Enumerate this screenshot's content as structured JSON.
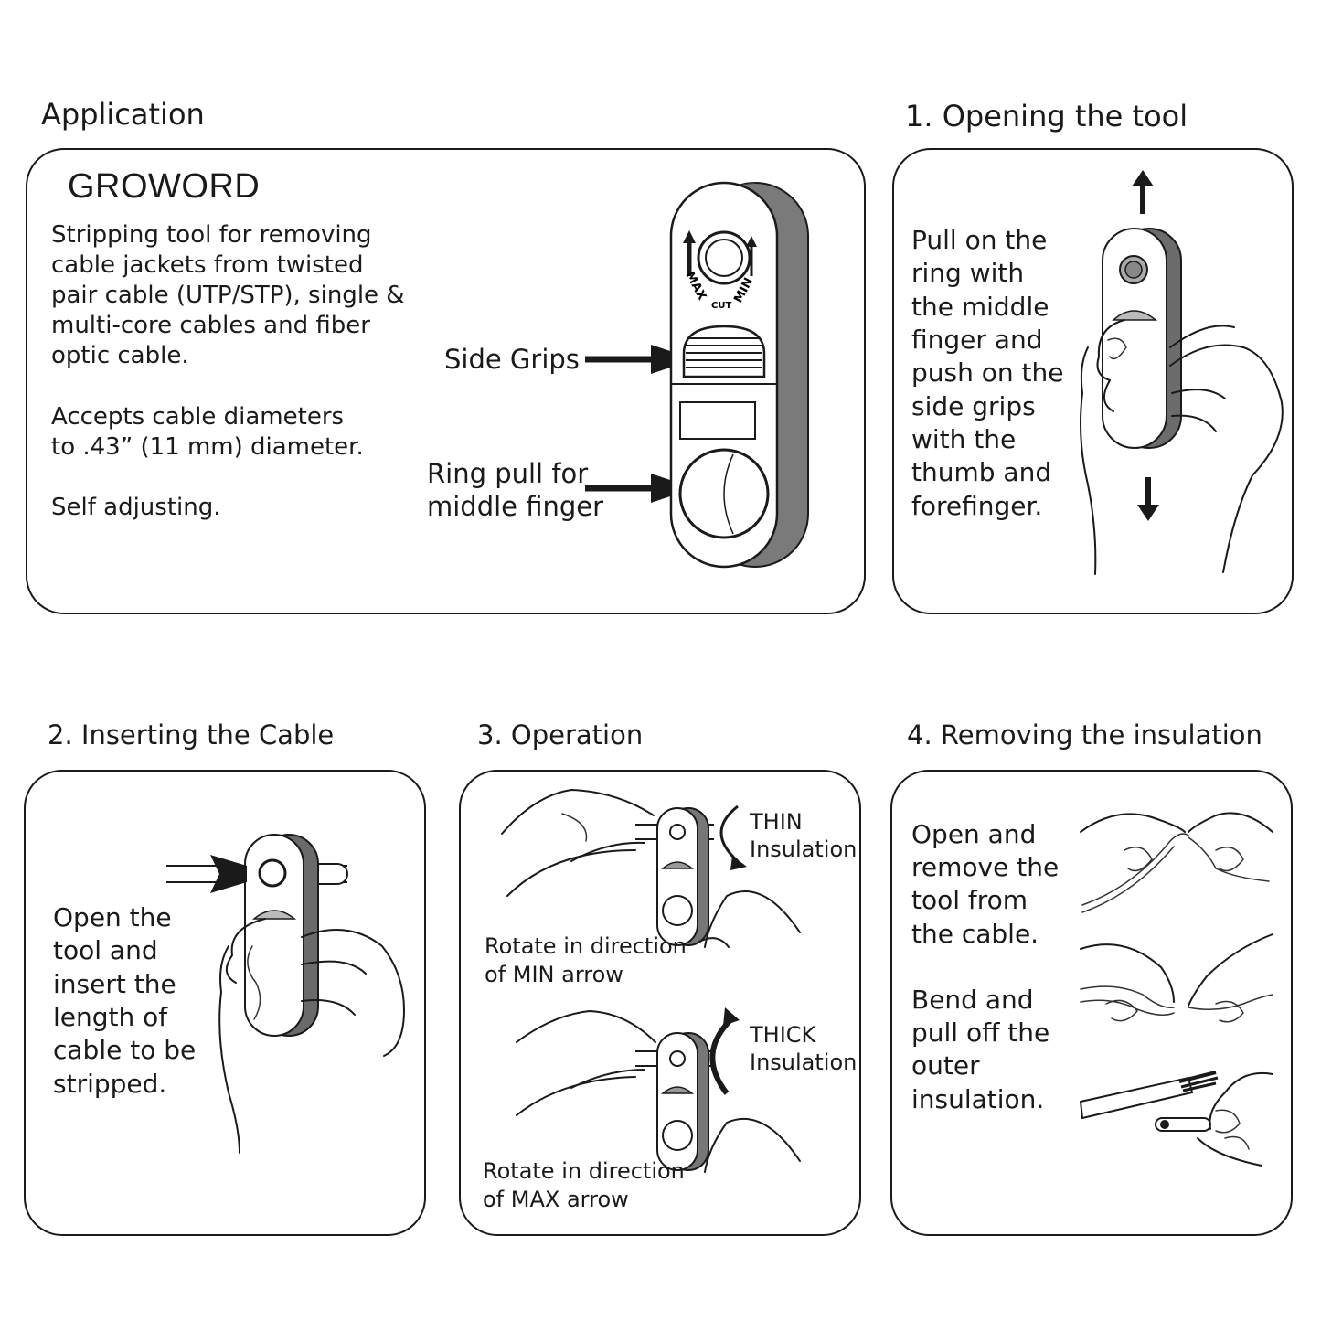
{
  "application": {
    "heading": "Application",
    "brand": "GROWORD",
    "description": [
      "Stripping tool for removing",
      "cable jackets from twisted",
      "pair cable (UTP/STP), single &",
      "multi-core cables and fiber",
      "optic cable."
    ],
    "accepts": [
      "Accepts cable diameters",
      "to .43” (11 mm) diameter."
    ],
    "self_adjusting": "Self adjusting.",
    "callout_side_grips": "Side Grips",
    "callout_ring_pull": [
      "Ring pull for",
      "middle finger"
    ],
    "tool_markings": {
      "max": "MAX",
      "cut": "CUT",
      "min": "MIN"
    }
  },
  "step1": {
    "heading": "1.  Opening the tool",
    "text": [
      "Pull on the",
      "ring with",
      "the middle",
      "finger and",
      "push on the",
      "side grips",
      "with the",
      "thumb and",
      "forefinger."
    ]
  },
  "step2": {
    "heading": "2.  Inserting the Cable",
    "text": [
      "Open the",
      "tool and",
      "insert the",
      "length of",
      "cable to be",
      "stripped."
    ]
  },
  "step3": {
    "heading": "3.  Operation",
    "thin": [
      "THIN",
      "Insulation"
    ],
    "thick": [
      "THICK",
      "Insulation"
    ],
    "rotate_min": [
      "Rotate in direction",
      "of MIN arrow"
    ],
    "rotate_max": [
      "Rotate in direction",
      "of MAX arrow"
    ]
  },
  "step4": {
    "heading": "4.  Removing the insulation",
    "open_remove": [
      "Open and",
      "remove the",
      "tool from",
      "the cable."
    ],
    "bend_pull": [
      "Bend and",
      "pull off the",
      "outer",
      "insulation."
    ]
  }
}
